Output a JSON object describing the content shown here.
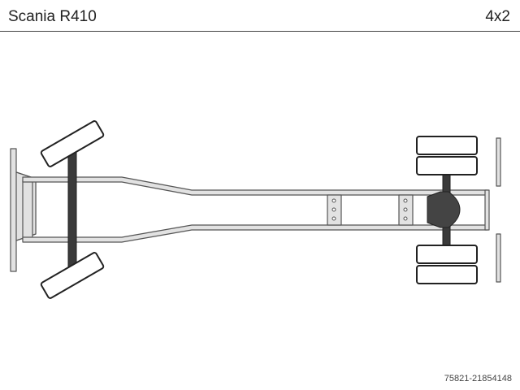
{
  "header": {
    "title": "Scania R410",
    "axle_config": "4x2"
  },
  "footer": {
    "ref_id": "75821-21854148"
  },
  "colors": {
    "line": "#333333",
    "frame": "#e2e2e2",
    "frame_stroke": "#555555",
    "tire_fill": "#ffffff",
    "axle": "#3a3a3a",
    "differential": "#444444",
    "rule": "#444444"
  }
}
